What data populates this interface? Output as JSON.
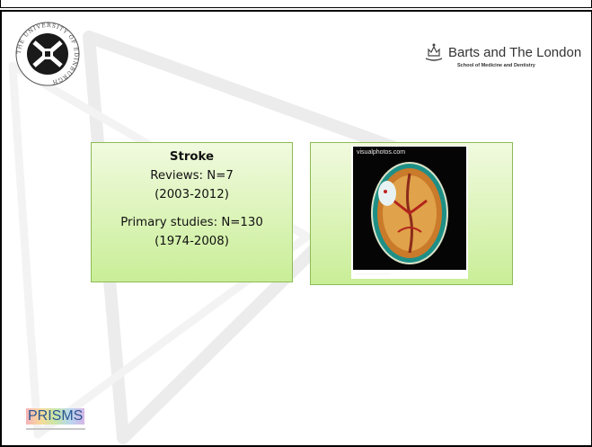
{
  "slide": {
    "logos": {
      "edinburgh": {
        "ring_text": "THE UNIVERSITY OF EDINBURGH",
        "icon": "university-crest"
      },
      "barts": {
        "name": "Barts and The London",
        "subtitle": "School of Medicine and Dentistry",
        "icon": "crown-crest"
      },
      "prisms": {
        "name": "PRISMS"
      }
    },
    "stroke_box": {
      "title": "Stroke",
      "reviews": "Reviews: N=7",
      "reviews_years": "(2003-2012)",
      "primary": "Primary studies: N=130",
      "primary_years": "(1974-2008)"
    },
    "image_box": {
      "brand": "visualphotos.com",
      "description_icon": "brain-scan-image"
    }
  },
  "colors": {
    "box_border": "#8cbb55",
    "box_fill_top": "#f1fadf",
    "box_fill_bottom": "#c9ee97"
  }
}
